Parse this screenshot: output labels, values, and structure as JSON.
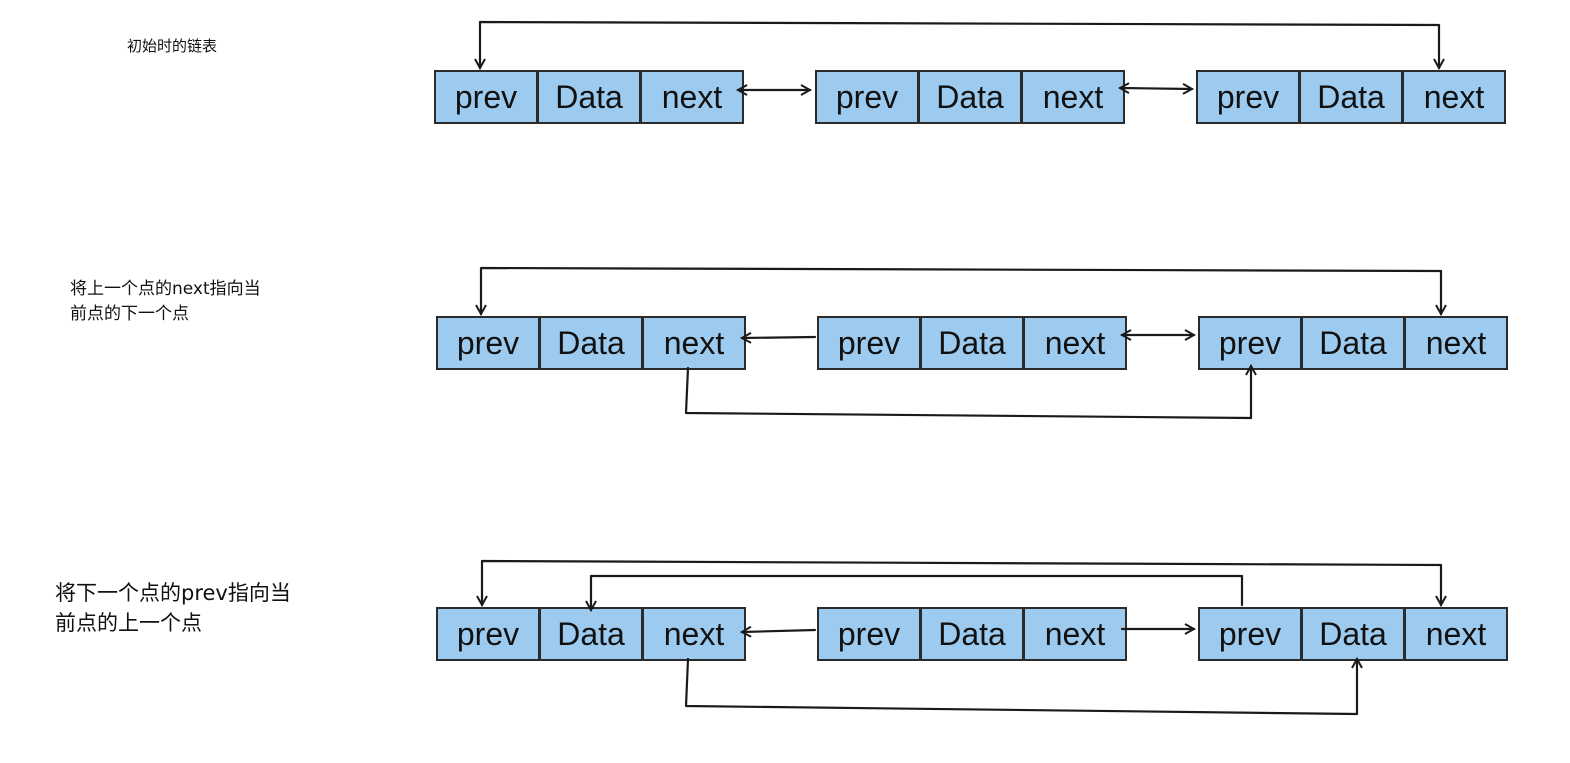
{
  "captions": {
    "initial": "初始时的链表",
    "step1": [
      "将上一个点的next指向当",
      "前点的下一个点"
    ],
    "step2": [
      "将下一个点的prev指向当",
      "前点的上一个点"
    ]
  },
  "fields": {
    "prev": "prev",
    "data": "Data",
    "next": "next"
  },
  "colors": {
    "node_fill": "#9dcbf0",
    "border": "#2b2b2b",
    "arrow": "#1a1a1a"
  }
}
